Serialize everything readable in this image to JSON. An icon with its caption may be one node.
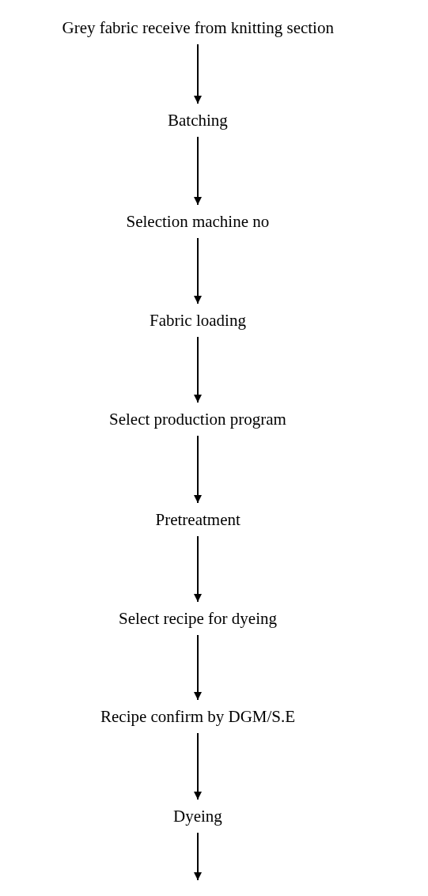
{
  "diagram": {
    "nodes": [
      {
        "text": [
          "Grey fabric receive from knitting section"
        ]
      },
      {
        "text": [
          "Batching"
        ]
      },
      {
        "text": [
          "Selection machine no"
        ]
      },
      {
        "text": [
          "Fabric loading"
        ]
      },
      {
        "text": [
          "Select production program"
        ]
      },
      {
        "text": [
          "Pretreatment"
        ]
      },
      {
        "text": [
          "Select recipe for dyeing"
        ]
      },
      {
        "text": [
          "Recipe confirm by DGM/S.E"
        ]
      },
      {
        "text": [
          "Dyeing"
        ]
      }
    ],
    "edges": [
      {
        "from": 0,
        "to": 1,
        "arrow": "to"
      },
      {
        "from": 1,
        "to": 2,
        "arrow": "to"
      },
      {
        "from": 2,
        "to": 3,
        "arrow": "to"
      },
      {
        "from": 3,
        "to": 4,
        "arrow": "to"
      },
      {
        "from": 4,
        "to": 5,
        "arrow": "to"
      },
      {
        "from": 5,
        "to": 6,
        "arrow": "to"
      },
      {
        "from": 6,
        "to": 7,
        "arrow": "to"
      },
      {
        "from": 7,
        "to": 8,
        "arrow": "to"
      },
      {
        "from": 8,
        "to": null,
        "arrow": "to"
      }
    ]
  }
}
